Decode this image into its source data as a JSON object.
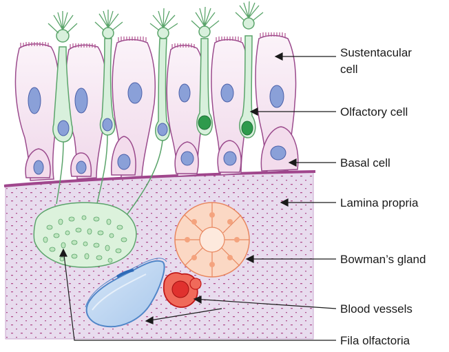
{
  "labels": {
    "sustentacular_line1": "Sustentacular",
    "sustentacular_line2": "cell",
    "olfactory": "Olfactory cell",
    "basal": "Basal cell",
    "lamina": "Lamina propria",
    "bowman": "Bowman’s gland",
    "blood": "Blood vessels",
    "fila": "Fila olfactoria"
  },
  "colors": {
    "sustentacular_fill": "#f6e9f3",
    "sustentacular_stroke": "#9a4a8c",
    "olfactory_fill": "#d8f0dc",
    "olfactory_stroke": "#5aa46a",
    "olfactory_nucleus": "#2e9a4c",
    "nucleus_blue": "#8aa0d8",
    "lamina_fill": "#e8dcee",
    "gland_fill": "#fbd8c4",
    "gland_stroke": "#e8865e",
    "blood_red": "#e0312e",
    "vessel_blue": "#9cc0e8"
  }
}
